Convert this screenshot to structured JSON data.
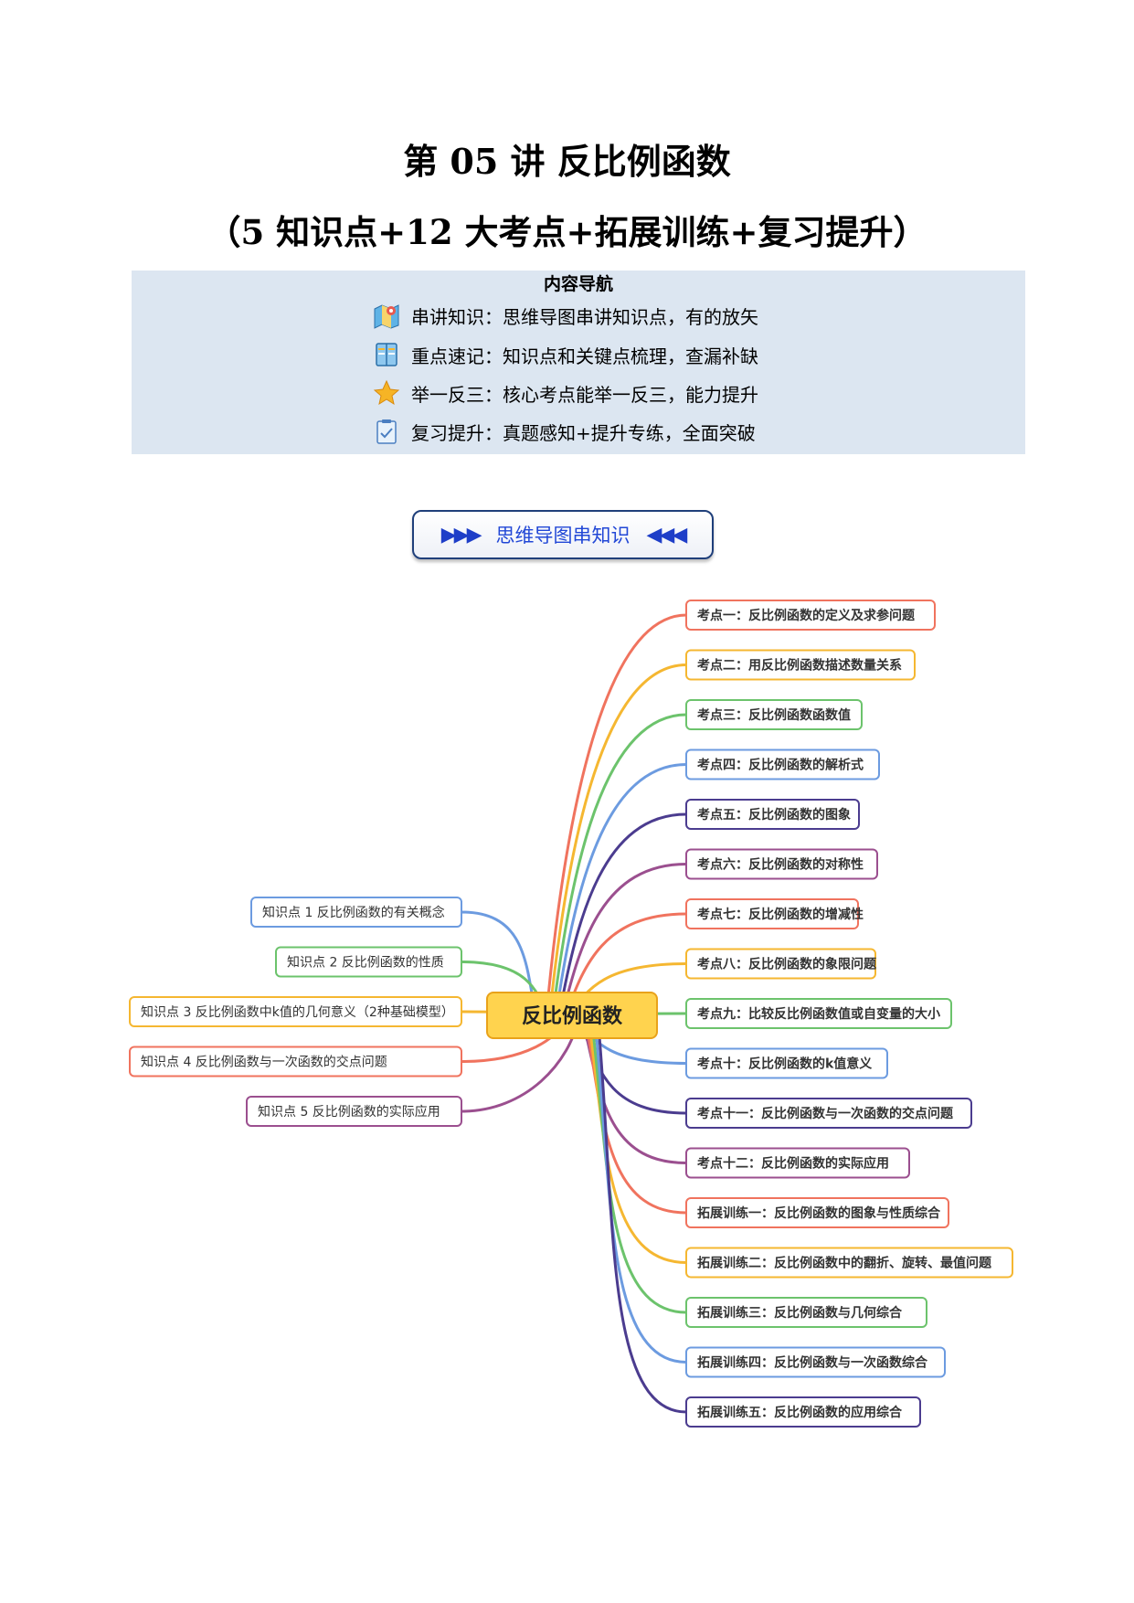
{
  "header": {
    "title": "第 05 讲 反比例函数",
    "subtitle": "（5 知识点+12 大考点+拓展训练+复习提升）"
  },
  "nav": {
    "heading": "内容导航",
    "items": [
      {
        "icon": "map-icon",
        "text": "串讲知识：思维导图串讲知识点，有的放矢"
      },
      {
        "icon": "book-icon",
        "text": "重点速记：知识点和关键点梳理，查漏补缺"
      },
      {
        "icon": "star-icon",
        "text": "举一反三：核心考点能举一反三，能力提升"
      },
      {
        "icon": "checklist-icon",
        "text": "复习提升：真题感知+提升专练，全面突破"
      }
    ]
  },
  "banner": {
    "left_arrows": "▶▶▶",
    "text": "思维导图串知识",
    "right_arrows": "◀◀◀"
  },
  "mindmap": {
    "center": "反比例函数",
    "center_color": "#ffd34e",
    "left_nodes": [
      {
        "text": "知识点 1 反比例函数的有关概念",
        "color": "#6c9be0"
      },
      {
        "text": "知识点 2 反比例函数的性质",
        "color": "#6cc36c"
      },
      {
        "text": "知识点 3 反比例函数中k值的几何意义（2种基础模型）",
        "color": "#f5b731"
      },
      {
        "text": "知识点 4 反比例函数与一次函数的交点问题",
        "color": "#f0735e"
      },
      {
        "text": "知识点 5 反比例函数的实际应用",
        "color": "#9b4f8f"
      }
    ],
    "right_nodes": [
      {
        "text": "考点一：反比例函数的定义及求参问题",
        "color": "#f0735e"
      },
      {
        "text": "考点二：用反比例函数描述数量关系",
        "color": "#f5b731"
      },
      {
        "text": "考点三：反比例函数函数值",
        "color": "#6cc36c"
      },
      {
        "text": "考点四：反比例函数的解析式",
        "color": "#6c9be0"
      },
      {
        "text": "考点五：反比例函数的图象",
        "color": "#4b3c8f"
      },
      {
        "text": "考点六：反比例函数的对称性",
        "color": "#9b4f8f"
      },
      {
        "text": "考点七：反比例函数的增减性",
        "color": "#f0735e"
      },
      {
        "text": "考点八：反比例函数的象限问题",
        "color": "#f5b731"
      },
      {
        "text": "考点九：比较反比例函数值或自变量的大小",
        "color": "#6cc36c"
      },
      {
        "text": "考点十：反比例函数的k值意义",
        "color": "#6c9be0"
      },
      {
        "text": "考点十一：反比例函数与一次函数的交点问题",
        "color": "#4b3c8f"
      },
      {
        "text": "考点十二：反比例函数的实际应用",
        "color": "#9b4f8f"
      },
      {
        "text": "拓展训练一：反比例函数的图象与性质综合",
        "color": "#f0735e"
      },
      {
        "text": "拓展训练二：反比例函数中的翻折、旋转、最值问题",
        "color": "#f5b731"
      },
      {
        "text": "拓展训练三：反比例函数与几何综合",
        "color": "#6cc36c"
      },
      {
        "text": "拓展训练四：反比例函数与一次函数综合",
        "color": "#6c9be0"
      },
      {
        "text": "拓展训练五：反比例函数的应用综合",
        "color": "#4b3c8f"
      }
    ]
  }
}
